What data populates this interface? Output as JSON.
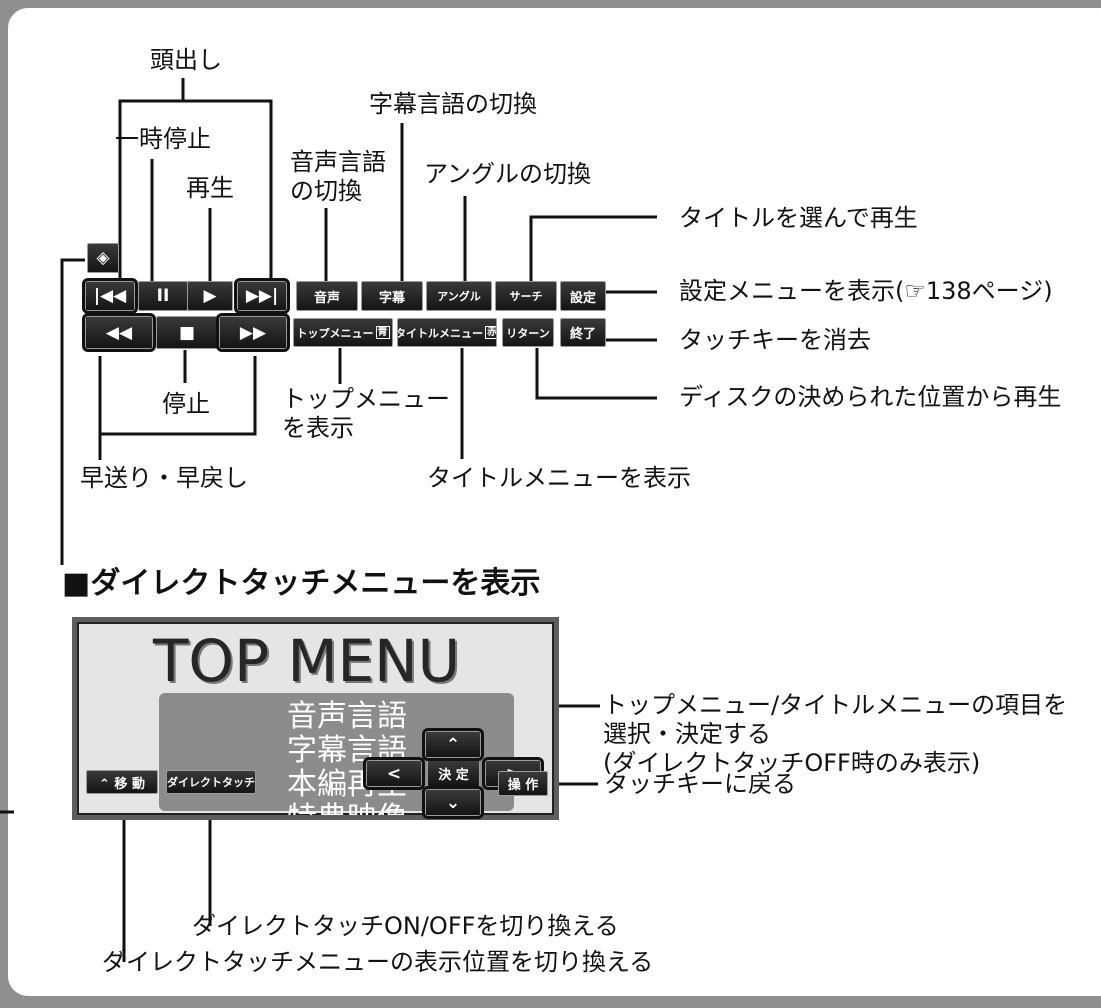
{
  "callouts": {
    "chapter_skip": "頭出し",
    "pause": "一時停止",
    "play": "再生",
    "audio_language": "音声言語\nの切換",
    "subtitle_language": "字幕言語の切換",
    "angle": "アングルの切換",
    "title_select_play": "タイトルを選んで再生",
    "settings_menu": "設定メニューを表示(☞138ページ)",
    "hide_touch_keys": "タッチキーを消去",
    "disc_position_play": "ディスクの決められた位置から再生",
    "stop": "停止",
    "top_menu_show": "トップメニュー\nを表示",
    "title_menu_show": "タイトルメニューを表示",
    "ff_rewind": "早送り・早戻し",
    "menu_select": "トップメニュー/タイトルメニューの項目を\n選択・決定する\n(ダイレクトタッチOFF時のみ表示)",
    "return_touch_keys": "タッチキーに戻る",
    "direct_touch_toggle": "ダイレクトタッチON/OFFを切り換える",
    "menu_position": "ダイレクトタッチメニューの表示位置を切り換える"
  },
  "heading": "■ダイレクトタッチメニューを表示",
  "keys": {
    "top_row": {
      "prev": "|◀◀",
      "pause": "II",
      "play": "▶",
      "next": "▶▶|",
      "audio": "音声",
      "subtitle": "字幕",
      "angle": "アングル",
      "search": "サーチ",
      "settings": "設定"
    },
    "bottom_row": {
      "rewind": "◀◀",
      "stop": "■",
      "ff": "▶▶",
      "top_menu": "トップメニュー",
      "top_menu_tag": "青",
      "title_menu": "タイトルメニュー",
      "title_menu_tag": "赤",
      "return": "リターン",
      "end": "終了"
    },
    "direct_touch_icon": "◈"
  },
  "screen": {
    "title": "TOP MENU",
    "items": [
      "音声言語",
      "字幕言語",
      "本編再生",
      "特典映像"
    ],
    "move_button": "⌃ 移 動",
    "direct_touch_button": "ダイレクトタッチ",
    "decide_button": "決 定",
    "up": "⌃",
    "down": "⌄",
    "left": "<",
    "right": ">",
    "operate_button": "操 作"
  }
}
